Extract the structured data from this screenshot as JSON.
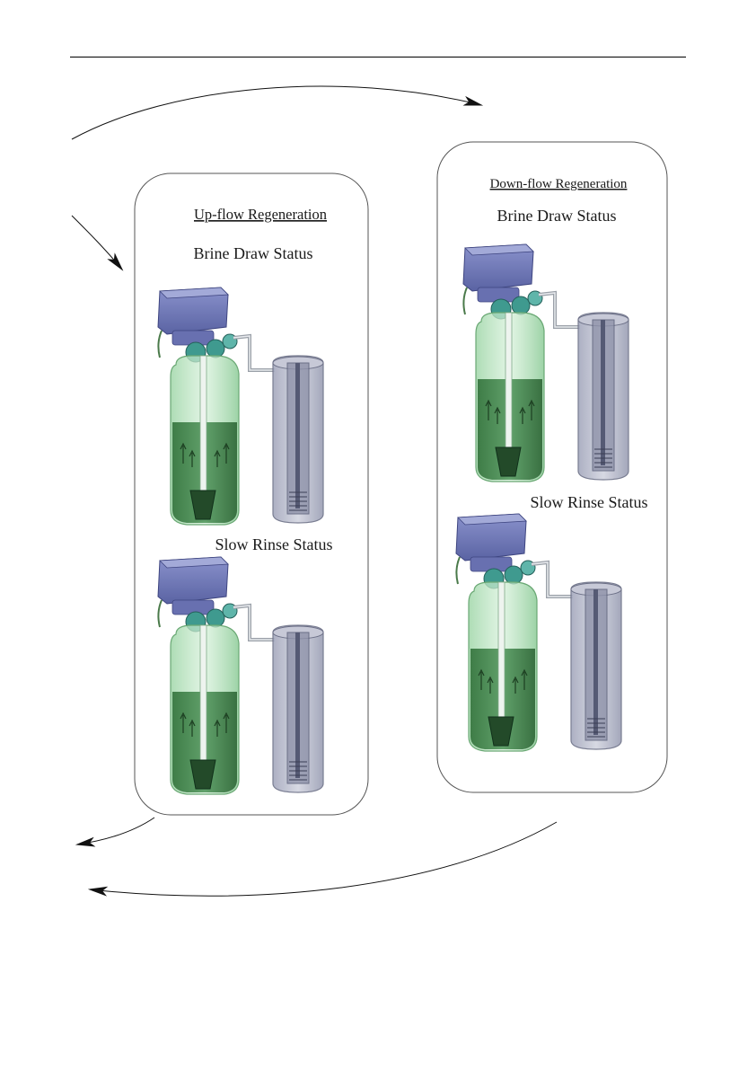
{
  "panels": {
    "upflow": {
      "title": "Up-flow Regeneration",
      "status_top": "Brine Draw Status",
      "status_bottom": "Slow Rinse Status"
    },
    "downflow": {
      "title": "Down-flow Regeneration",
      "status_top": "Brine Draw Status",
      "status_bottom": "Slow Rinse Status"
    }
  },
  "colors": {
    "valve_body": "#6f78b8",
    "tank_glass": "#b9e3c0",
    "resin": "#2f7a3a",
    "brine_tank": "#b9bccd",
    "panel_border": "#555555"
  },
  "icons": {
    "cycle_arrow": "curved-arrow-icon",
    "softener_assembly": "water-softener-icon",
    "brine_tank": "brine-tank-icon"
  }
}
